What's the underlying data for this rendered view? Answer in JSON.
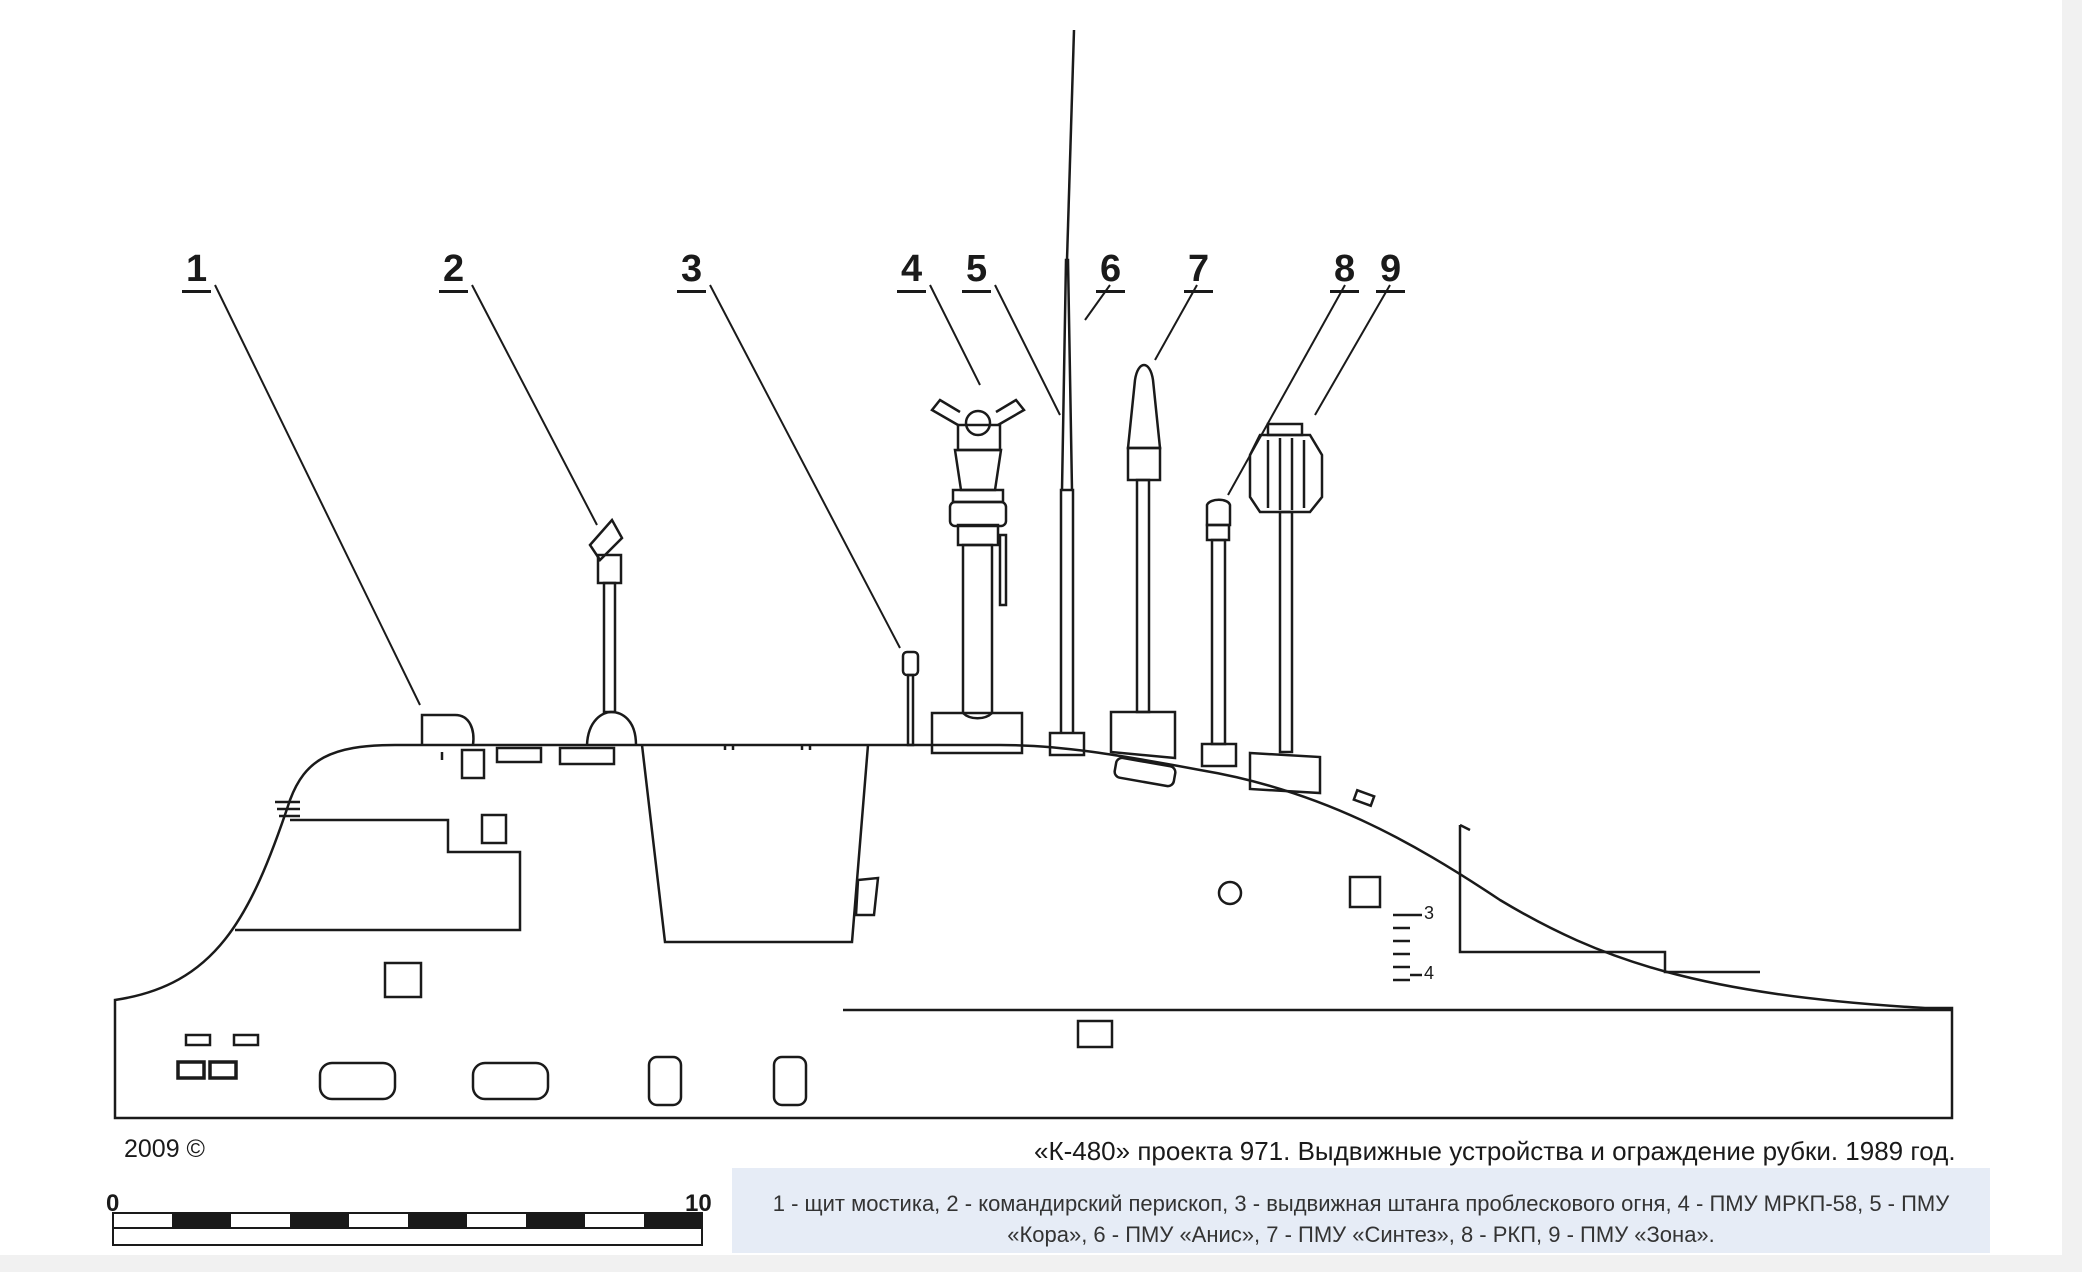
{
  "callouts": [
    "1",
    "2",
    "3",
    "4",
    "5",
    "6",
    "7",
    "8",
    "9"
  ],
  "hull_marks": {
    "mark_upper": "3",
    "mark_lower": "4"
  },
  "copyright": "2009 ©",
  "caption": "«К-480» проекта 971. Выдвижные устройства и ограждение рубки. 1989 год.",
  "legend": {
    "line1": "1 - щит мостика, 2 - командирский перископ, 3 - выдвижная штанга проблескового огня, 4 - ПМУ МРКП-58, 5 - ПМУ",
    "line2": "«Кора», 6 - ПМУ «Анис», 7 - ПМУ «Синтез», 8 - РКП, 9 - ПМУ «Зона»."
  },
  "scale": {
    "start_label": "0",
    "end_label": "10",
    "segments": 10
  },
  "colors": {
    "line": "#1a1a1a",
    "legend_bg": "#e6ecf6",
    "legend_text": "#333333"
  }
}
